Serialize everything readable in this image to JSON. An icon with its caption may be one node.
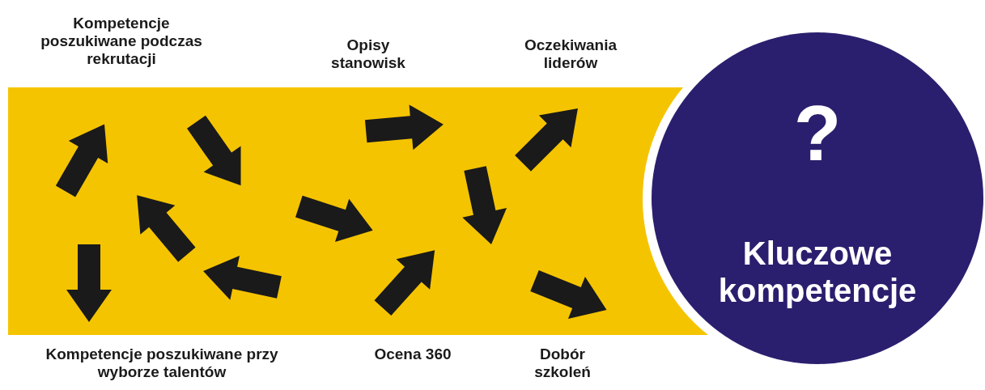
{
  "diagram": {
    "nodes": [
      {
        "text": [
          "?",
          "Kluczowe kompetencje"
        ]
      }
    ],
    "labels": [
      "Kompetencje poszukiwane podczas rekrutacji",
      "Opisy stanowisk",
      "Oczekiwania liderów",
      "Kompetencje poszukiwane przy wyborze talentów",
      "Ocena 360",
      "Dobór szkoleń"
    ]
  }
}
